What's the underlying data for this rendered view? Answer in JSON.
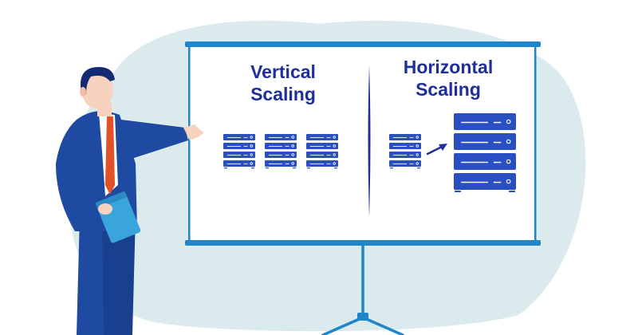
{
  "board": {
    "left_title": [
      "Vertical",
      "Scaling"
    ],
    "right_title": [
      "Horizontal",
      "Scaling"
    ]
  },
  "colors": {
    "text": "#1e2f9c",
    "server": "#2a4fc2",
    "board_frame": "#1f86c9",
    "blob": "#dbeaed",
    "suit": "#1e4aa1",
    "tie": "#e2512a",
    "folder": "#3aa4dc"
  }
}
